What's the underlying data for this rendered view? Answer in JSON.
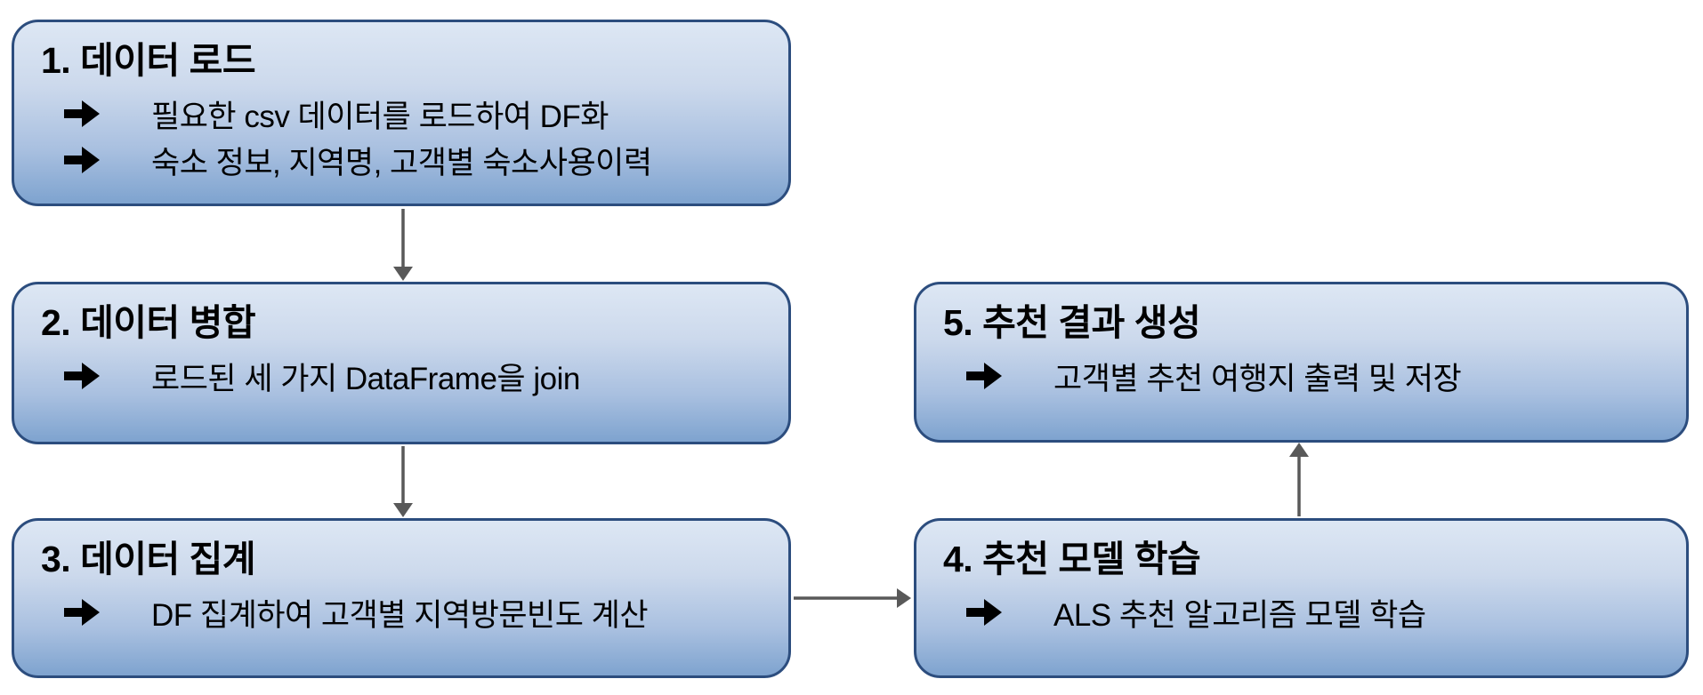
{
  "diagram": {
    "boxes": [
      {
        "step": "1",
        "title": "1. 데이터 로드",
        "bullets": [
          "필요한 csv 데이터를 로드하여 DF화",
          "숙소 정보, 지역명, 고객별 숙소사용이력"
        ]
      },
      {
        "step": "2",
        "title": "2. 데이터 병합",
        "bullets": [
          "로드된 세 가지 DataFrame을 join"
        ]
      },
      {
        "step": "3",
        "title": "3. 데이터 집계",
        "bullets": [
          "DF 집계하여 고객별 지역방문빈도 계산"
        ]
      },
      {
        "step": "4",
        "title": "4. 추천 모델 학습",
        "bullets": [
          "ALS 추천 알고리즘 모델 학습"
        ]
      },
      {
        "step": "5",
        "title": "5. 추천 결과 생성",
        "bullets": [
          "고객별 추천 여행지 출력 및 저장"
        ]
      }
    ],
    "connections": [
      {
        "from": "1",
        "to": "2",
        "direction": "down"
      },
      {
        "from": "2",
        "to": "3",
        "direction": "down"
      },
      {
        "from": "3",
        "to": "4",
        "direction": "right"
      },
      {
        "from": "4",
        "to": "5",
        "direction": "up"
      }
    ],
    "colors": {
      "box_fill_top": "#dde7f4",
      "box_fill_bottom": "#7ea3cf",
      "box_border": "#2c4d7e",
      "connector": "#595959",
      "text": "#000000",
      "bullet_icon": "#000000"
    },
    "icons": {
      "bullet": "right-arrow-icon"
    }
  }
}
